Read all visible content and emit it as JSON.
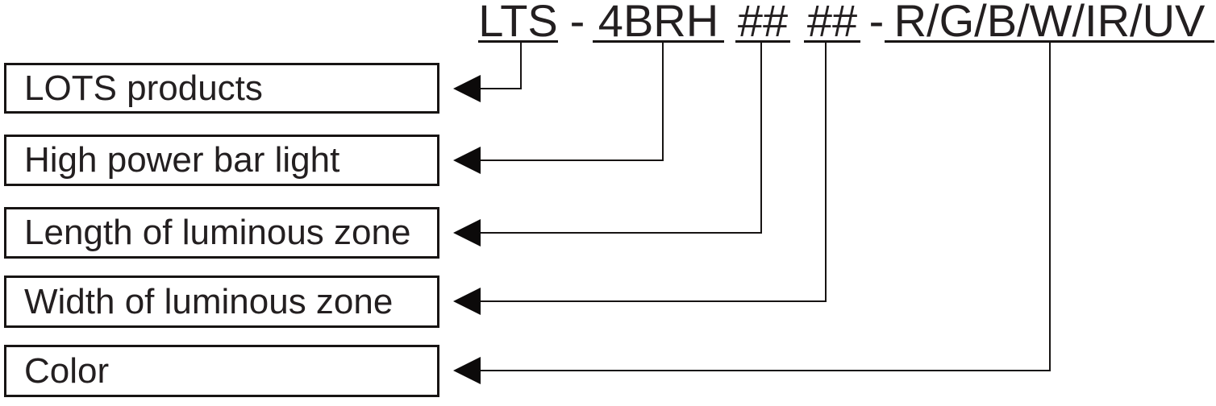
{
  "code": {
    "segments": [
      "LTS",
      "4BRH",
      "##",
      "##",
      "R/G/B/W/IR/UV"
    ],
    "dash": "-"
  },
  "boxes": [
    {
      "label": "LOTS products"
    },
    {
      "label": "High power bar light"
    },
    {
      "label": "Length of luminous zone"
    },
    {
      "label": "Width of luminous zone"
    },
    {
      "label": "Color"
    }
  ],
  "colors": {
    "ink": "#171413",
    "text": "#231f20",
    "background": "#ffffff"
  }
}
